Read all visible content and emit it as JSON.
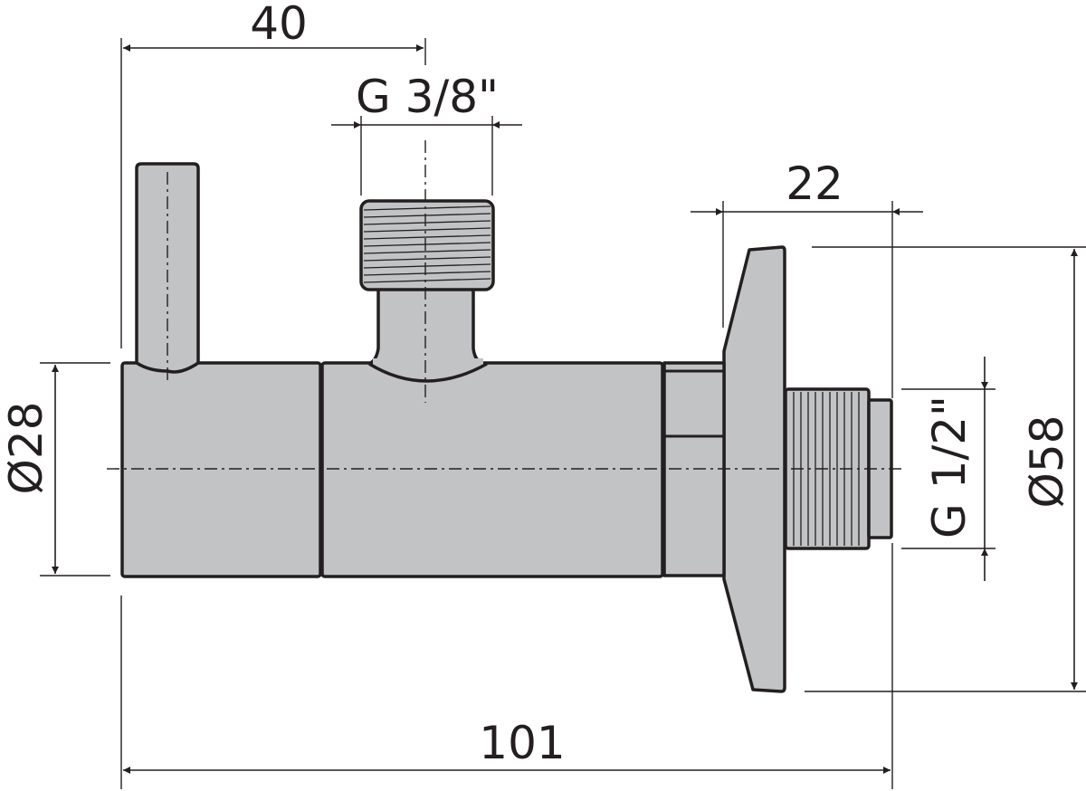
{
  "dimensions": {
    "handle_offset": "40",
    "top_thread": "G 3/8\"",
    "flange_depth": "22",
    "body_diameter": "Ø28",
    "outlet_thread": "G 1/2\"",
    "flange_diameter": "Ø58",
    "total_length": "101"
  },
  "colors": {
    "body_fill": "#c2c3c5",
    "outline": "#231f20",
    "background": "#ffffff"
  }
}
